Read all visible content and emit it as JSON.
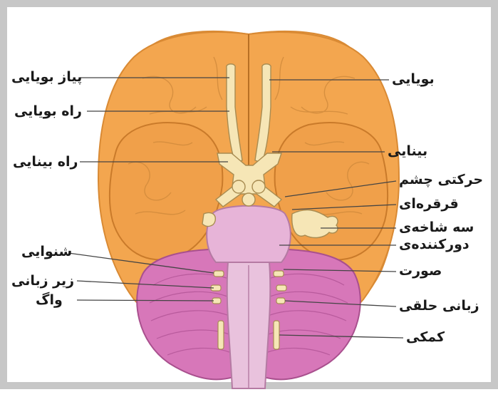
{
  "diagram": {
    "colors": {
      "frame": "#c7c7c7",
      "cortex": "#f3a64f",
      "cortex_dark": "#d98a34",
      "brainstem": "#e7b4d8",
      "cerebellum": "#d777b9",
      "nerve": "#f6e6b6",
      "leader_line": "#444444"
    },
    "labels_left": [
      "پیاز بویایی",
      "راه بویایی",
      "راه بینایی",
      "شنوایی",
      "زیر زبانی",
      "واگ"
    ],
    "labels_right": [
      "بویایی",
      "بینایی",
      "حرکتی چشم",
      "قرقره‌ای",
      "سه شاخه‌ی",
      "دورکننده‌ی",
      "صورت",
      "زبانی حلقی",
      "کمکی"
    ]
  }
}
